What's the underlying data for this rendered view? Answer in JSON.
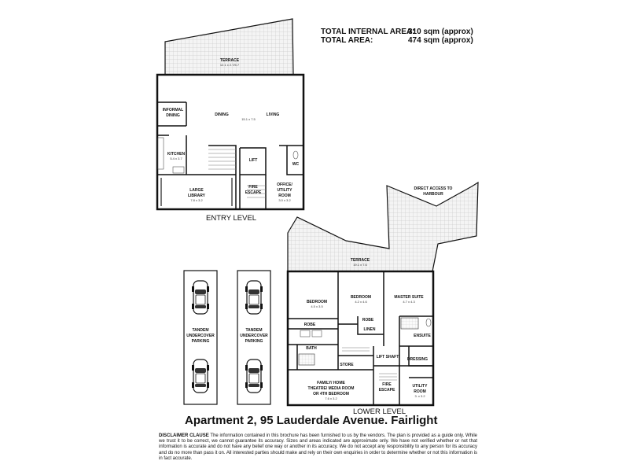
{
  "areas": {
    "internal_label": "TOTAL INTERNAL AREA:",
    "internal_value": "310 sqm (approx)",
    "total_label": "TOTAL AREA:",
    "total_value": "474 sqm (approx)"
  },
  "entry": {
    "level_label": "ENTRY LEVEL",
    "rooms": {
      "terrace": "TERRACE",
      "terrace_dim": "12.1 x 2.7/5.7",
      "informal_dining_1": "INFORMAL",
      "informal_dining_2": "DINING",
      "dining": "DINING",
      "living": "LIVING",
      "living_dim": "15.1 x 7.5",
      "kitchen": "KITCHEN",
      "kitchen_dim": "5.4 x 3.7",
      "lift": "LIFT",
      "wc": "WC",
      "large_library_1": "LARGE",
      "large_library_2": "LIBRARY",
      "library_dim": "7.8 x 3.2",
      "fire_escape_1": "FIRE",
      "fire_escape_2": "ESCAPE",
      "office_1": "OFFICE/",
      "office_2": "UTILITY",
      "office_3": "ROOM",
      "office_dim": "3.0 x 3.2"
    }
  },
  "lower": {
    "level_label": "LOWER LEVEL",
    "rooms": {
      "direct_access_1": "DIRECT ACCESS TO",
      "direct_access_2": "HARBOUR",
      "terrace": "TERRACE",
      "terrace_dim": "19.1 x 7.6",
      "bedroom1": "BEDROOM",
      "bedroom1_dim": "4.5 x 3.5",
      "bedroom2": "BEDROOM",
      "bedroom2_dim": "4.2 x 4.6",
      "master": "MASTER SUITE",
      "master_dim": "4.7 x 4.3",
      "robe1": "ROBE",
      "robe2": "ROBE",
      "linen": "LINEN",
      "ensuite": "ENSUITE",
      "bath": "BATH",
      "dressing": "DRESSING",
      "store": "STORE",
      "lift_shaft": "LIFT SHAFT",
      "family_1": "FAMILY/ HOME",
      "family_2": "THEATRE/ MEDIA ROOM",
      "family_3": "OR 4TH BEDROOM",
      "family_dim": "7.6 x 3.2",
      "fire_escape_1": "FIRE",
      "fire_escape_2": "ESCAPE",
      "utility_1": "UTILITY",
      "utility_2": "ROOM",
      "utility_dim": "3. x 3.2"
    },
    "parking_1": "TANDEM",
    "parking_2": "UNDERCOVER",
    "parking_3": "PARKING"
  },
  "title": "Apartment 2, 95 Lauderdale Avenue. Fairlight",
  "disclaimer": {
    "lead": "DISCLAIMER CLAUSE",
    "body": "The information contained in this brochure has been furnished to us by the vendors. The plan is provided as a guide only. While we trust it to be correct, we cannot guarantee its accuracy. Sizes and areas indicated are approximate only. We have not verified whether or not that information is accurate and do not have any belief one way or another in its accuracy. We do not accept any responsibility to any person for its accuracy and do no more than pass it on. All interested parties should make and rely on their own enquiries in order to determine whether or not this information is in fact accurate."
  }
}
